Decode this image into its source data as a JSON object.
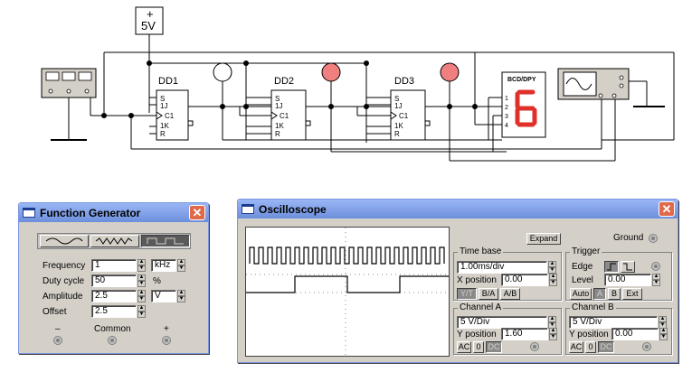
{
  "schematic": {
    "power_label": "+",
    "power_value": "5V",
    "flipflops": [
      {
        "name": "DD1"
      },
      {
        "name": "DD2"
      },
      {
        "name": "DD3"
      }
    ],
    "pins": [
      "S",
      "1J",
      "C1",
      "1K",
      "R"
    ],
    "display_label": "BCD/DPY",
    "display_digit": "6",
    "display_pins": [
      "1",
      "2",
      "3",
      "4"
    ],
    "colors": {
      "lamp_on": "#f08080",
      "lamp_off": "#ffffff",
      "segment": "#e0302a",
      "wire": "#000000"
    }
  },
  "function_generator": {
    "title": "Function Generator",
    "close_label": "✕",
    "waveforms": [
      "sine",
      "triangle",
      "square"
    ],
    "frequency_label": "Frequency",
    "frequency_value": "1",
    "frequency_unit": "kHz",
    "duty_label": "Duty cycle",
    "duty_value": "50",
    "duty_unit": "%",
    "amplitude_label": "Amplitude",
    "amplitude_value": "2.5",
    "amplitude_unit": "V",
    "offset_label": "Offset",
    "offset_value": "2.5",
    "minus_label": "–",
    "common_label": "Common",
    "plus_label": "+"
  },
  "oscilloscope": {
    "title": "Oscilloscope",
    "close_label": "✕",
    "expand_label": "Expand",
    "ground_label": "Ground",
    "timebase": {
      "title": "Time base",
      "value": "1.00ms/div",
      "xpos_label": "X position",
      "xpos_value": "0.00",
      "modes": [
        "Y/T",
        "B/A",
        "A/B"
      ]
    },
    "trigger": {
      "title": "Trigger",
      "edge_label": "Edge",
      "level_label": "Level",
      "level_value": "0.00",
      "modes": [
        "Auto",
        "A",
        "B",
        "Ext"
      ]
    },
    "channel_a": {
      "title": "Channel A",
      "value": "5 V/Div",
      "ypos_label": "Y position",
      "ypos_value": "1.60",
      "coupling": [
        "AC",
        "0",
        "DC"
      ]
    },
    "channel_b": {
      "title": "Channel B",
      "value": "5 V/Div",
      "ypos_label": "Y position",
      "ypos_value": "0.00",
      "coupling": [
        "AC",
        "0",
        "DC"
      ]
    }
  }
}
